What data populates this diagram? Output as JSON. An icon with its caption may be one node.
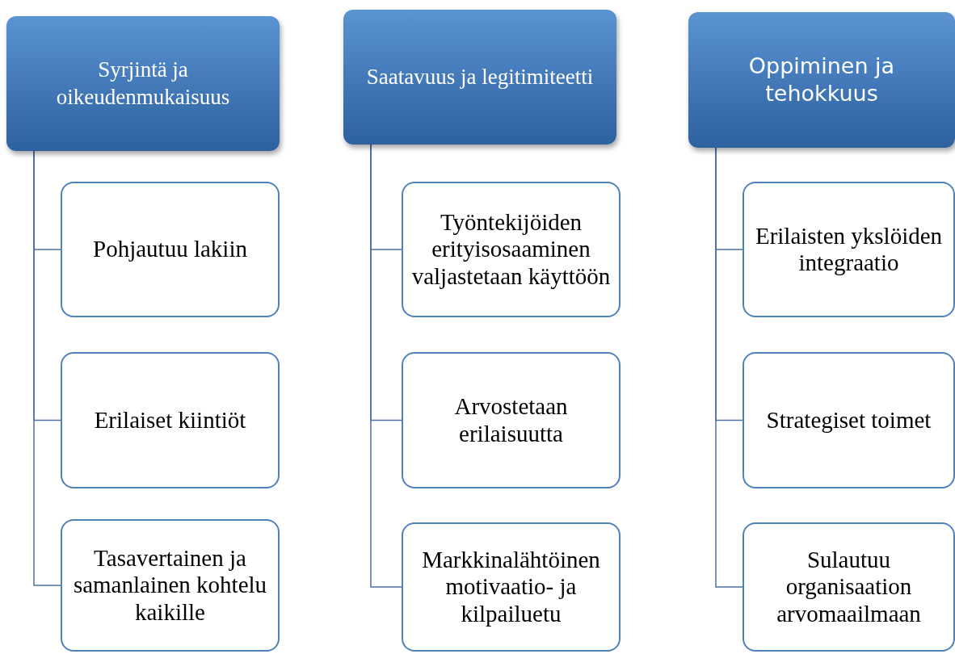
{
  "diagram": {
    "nodes": [
      {
        "text": [
          "Syrjintä ja oikeudenmukaisuus"
        ]
      },
      {
        "text": [
          "Pohjautuu lakiin"
        ]
      },
      {
        "text": [
          "Erilaiset kiintiöt"
        ]
      },
      {
        "text": [
          "Tasavertainen ja samanlainen kohtelu kaikille"
        ]
      },
      {
        "text": [
          "Saatavuus ja legitimiteetti"
        ]
      },
      {
        "text": [
          "Työntekijöiden erityisosaaminen valjastetaan käyttöön"
        ]
      },
      {
        "text": [
          "Arvostetaan erilaisuutta"
        ]
      },
      {
        "text": [
          "Markkinalähtöinen motivaatio- ja kilpailuetu"
        ]
      },
      {
        "text": [
          "Oppiminen ja tehokkuus"
        ]
      },
      {
        "text": [
          "Erilaisten ykslöiden integraatio"
        ]
      },
      {
        "text": [
          "Strategiset toimet"
        ]
      },
      {
        "text": [
          "Sulautuu organisaation arvomaailmaan"
        ]
      }
    ],
    "edges": [
      {
        "from": 0,
        "to": 1,
        "arrow": "none"
      },
      {
        "from": 0,
        "to": 2,
        "arrow": "none"
      },
      {
        "from": 0,
        "to": 3,
        "arrow": "none"
      },
      {
        "from": 4,
        "to": 5,
        "arrow": "none"
      },
      {
        "from": 4,
        "to": 6,
        "arrow": "none"
      },
      {
        "from": 4,
        "to": 7,
        "arrow": "none"
      },
      {
        "from": 8,
        "to": 9,
        "arrow": "none"
      },
      {
        "from": 8,
        "to": 10,
        "arrow": "none"
      },
      {
        "from": 8,
        "to": 11,
        "arrow": "none"
      }
    ]
  }
}
